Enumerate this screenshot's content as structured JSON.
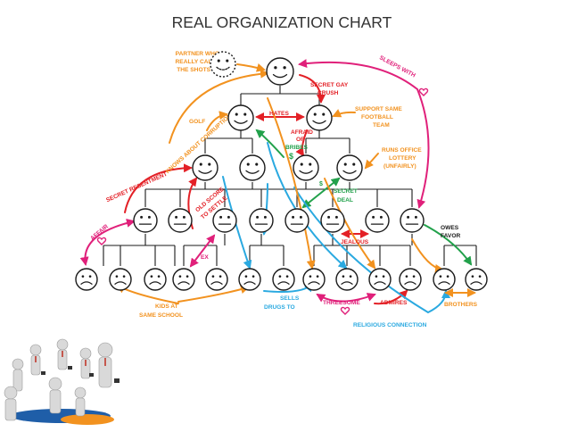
{
  "slide": {
    "title": "REAL ORGANIZATION CHART"
  },
  "colors": {
    "orange": "#f2921f",
    "red": "#e32026",
    "magenta": "#e0207a",
    "blue": "#2aa9e0",
    "green": "#22a14b",
    "dark": "#1a1a1a",
    "light_blue": "#a9d6f2"
  },
  "labels": {
    "partner": [
      "PARTNER WHO",
      "REALLY CALLS",
      "THE SHOTS"
    ],
    "sleeps_with": "SLEEPS WITH",
    "knows_corruption": "KNOWS ABOUT CORRUPTION",
    "secret_crush": [
      "SECRET GAY",
      "CRUSH"
    ],
    "golf": "GOLF",
    "hates": "HATES",
    "afraid": [
      "AFRAID",
      "OF"
    ],
    "bribes": "BRIBES",
    "support_team": [
      "SUPPORT SAME",
      "FOOTBALL",
      "TEAM"
    ],
    "lottery": [
      "RUNS OFFICE",
      "LOTTERY",
      "(UNFAIRLY)"
    ],
    "secret_resentment": "SECRET RESENTMENT",
    "old_score": [
      "OLD SCORE",
      "TO SETTLE"
    ],
    "secret_deal": [
      "SECRET",
      "DEAL"
    ],
    "affair": "AFFAIR",
    "owes_favor": [
      "OWES",
      "FAVOR"
    ],
    "jealous": "JEALOUS",
    "ex": "EX",
    "kids_school": [
      "KIDS AT",
      "SAME SCHOOL"
    ],
    "sells_drugs": [
      "SELLS",
      "DRUGS TO"
    ],
    "threesome": "THREESOME",
    "admires": "ADMIRES",
    "brothers": "BROTHERS",
    "religious": "RELIGIOUS CONNECTION",
    "dollar": "$"
  },
  "icons": {
    "happy": "smiley-face-icon",
    "neutral": "neutral-face-icon",
    "sad": "sad-face-icon",
    "heart": "heart-icon",
    "figures": "3d-business-people-figures"
  }
}
